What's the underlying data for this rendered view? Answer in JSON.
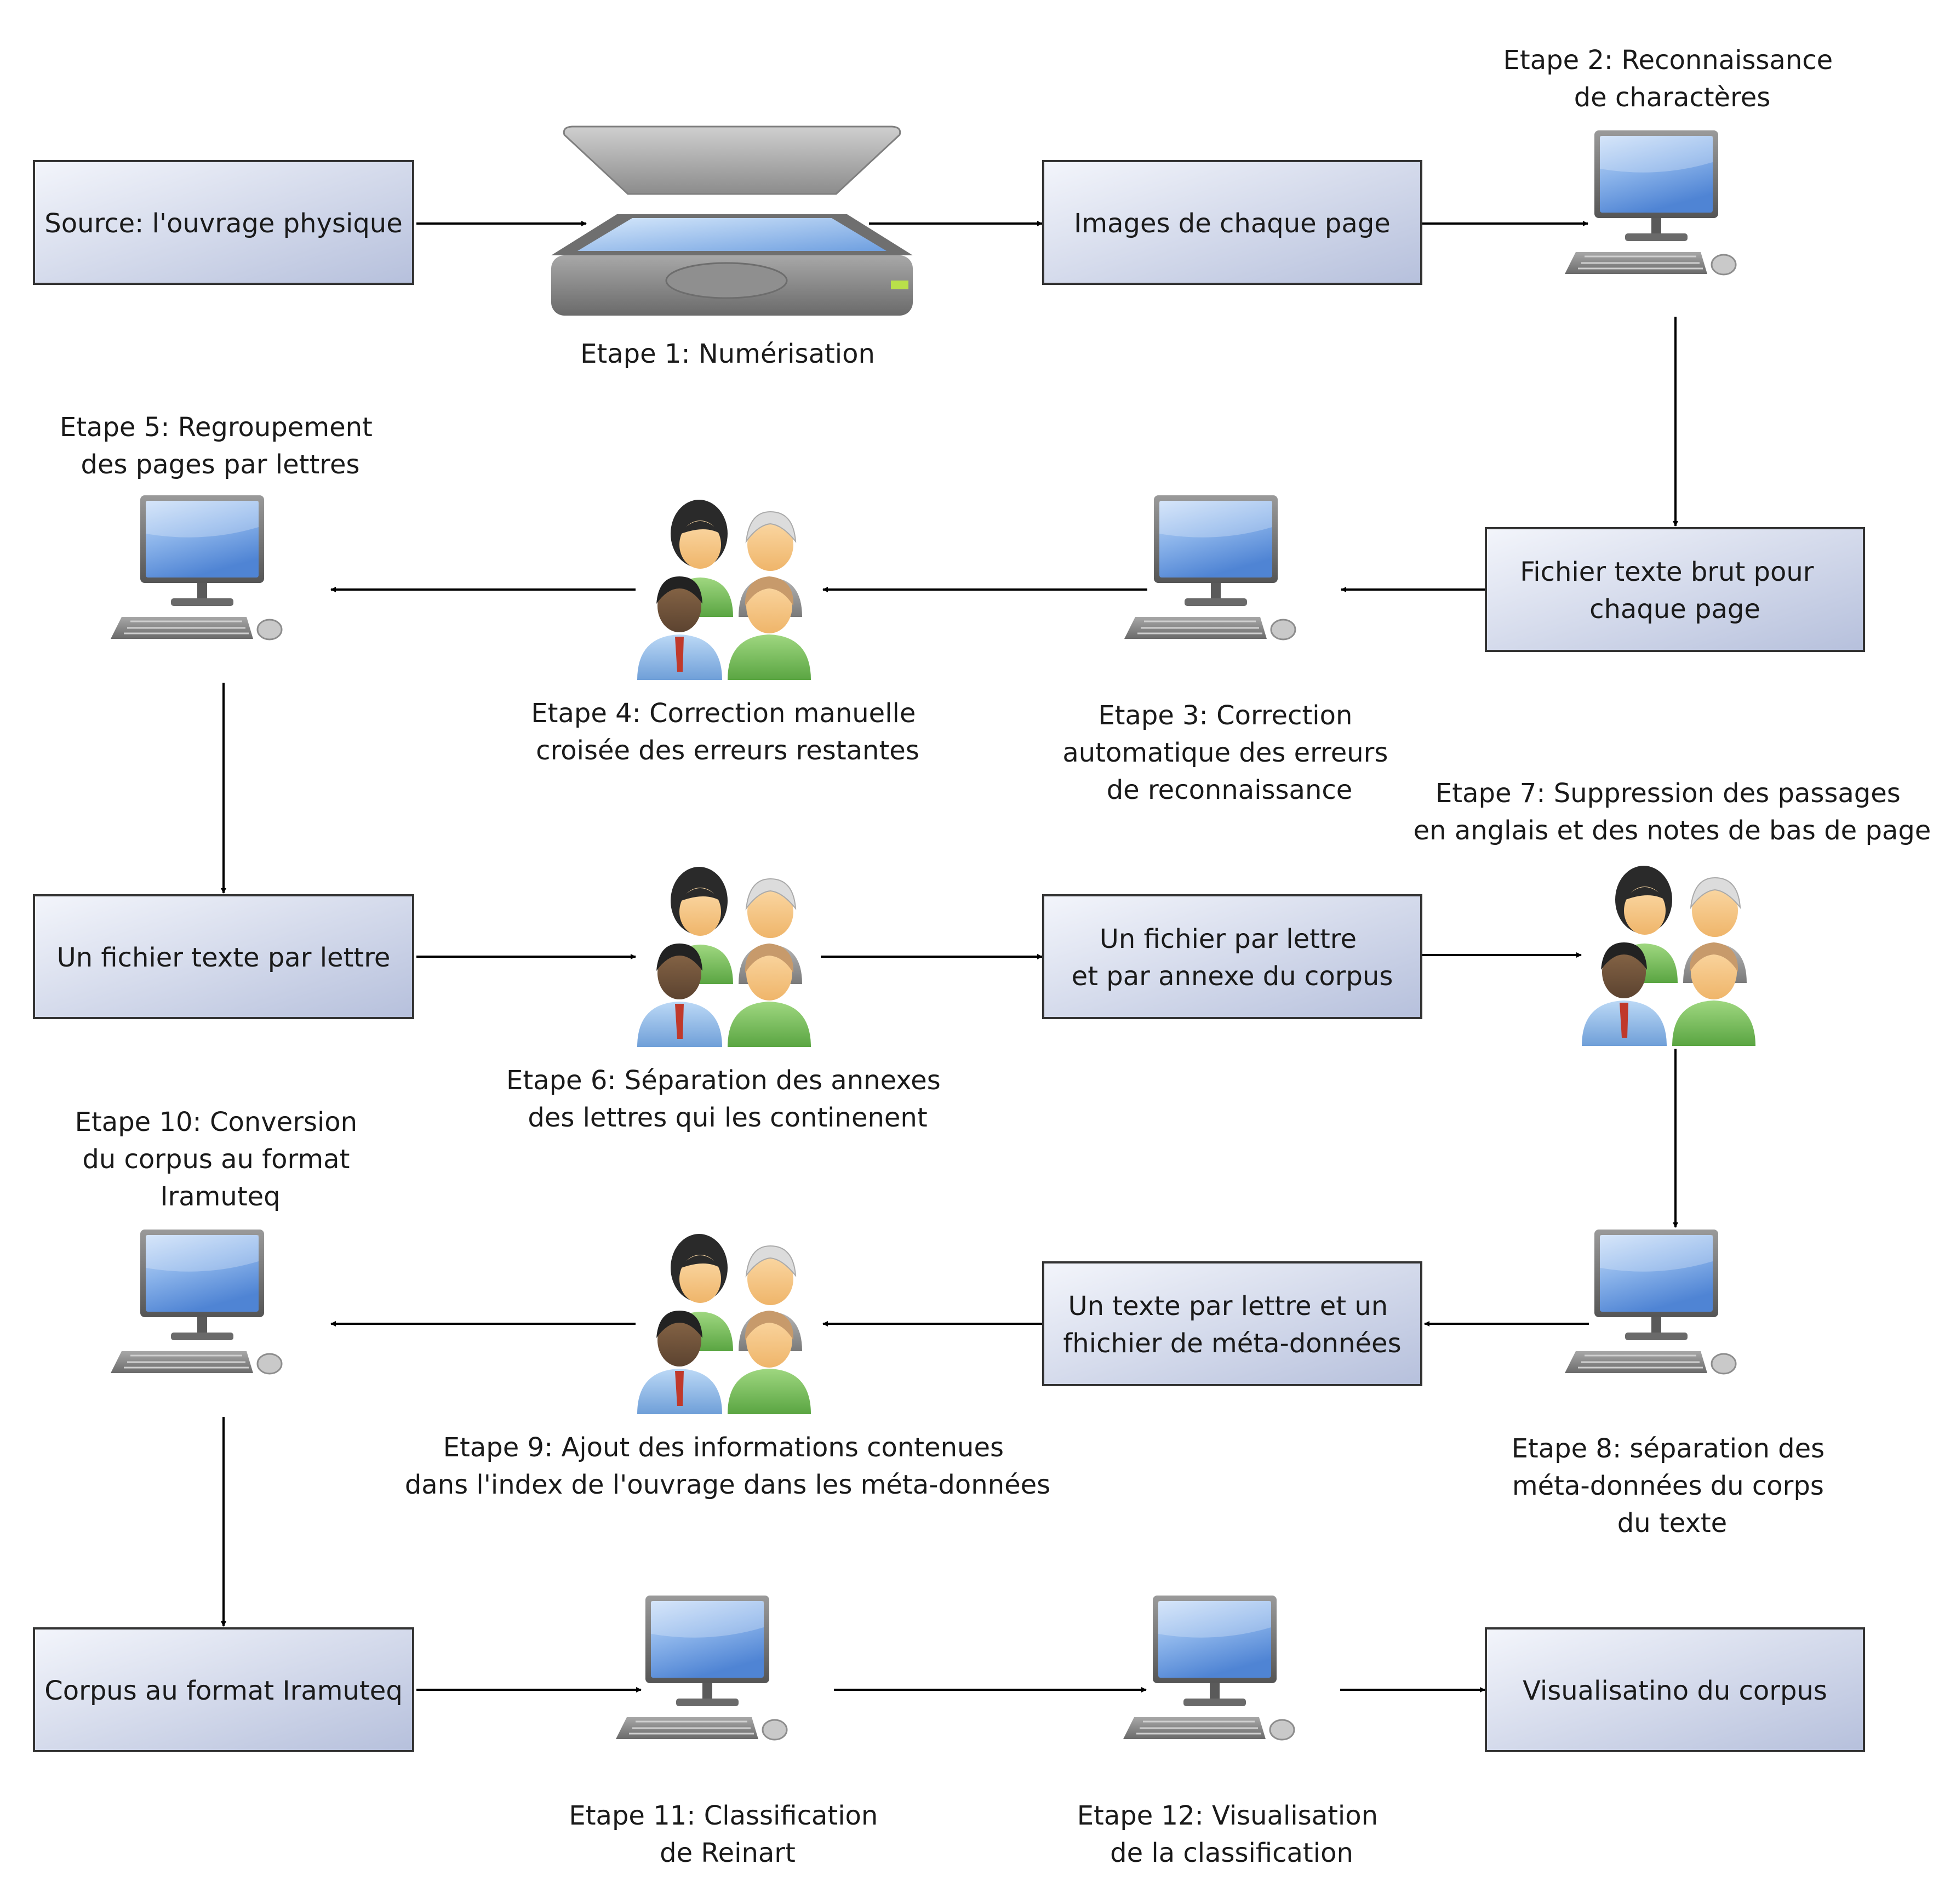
{
  "diagram": {
    "boxes": {
      "source": [
        "Source: l'ouvrage physique"
      ],
      "images": [
        "Images de chaque page"
      ],
      "fichier_brut": [
        "Fichier texte brut pour",
        "chaque page"
      ],
      "fichier_lettre": [
        "Un fichier texte par lettre"
      ],
      "fichier_annexe": [
        "Un fichier par lettre",
        "et par annexe du corpus"
      ],
      "texte_meta": [
        "Un texte par lettre et un",
        "fhichier de méta-données"
      ],
      "corpus_iramuteq": [
        "Corpus au format Iramuteq"
      ],
      "visualisation": [
        "Visualisatino du corpus"
      ]
    },
    "steps": {
      "etape1": [
        "Etape 1: Numérisation"
      ],
      "etape2": [
        "Etape 2: Reconnaissance",
        "de charactères"
      ],
      "etape3": [
        "Etape 3: Correction",
        "automatique des erreurs",
        "de reconnaissance"
      ],
      "etape4": [
        "Etape 4: Correction manuelle",
        "croisée des erreurs restantes"
      ],
      "etape5": [
        "Etape 5: Regroupement",
        "des pages par lettres"
      ],
      "etape6": [
        "Etape 6: Séparation des annexes",
        "des lettres qui les continenent"
      ],
      "etape7": [
        "Etape 7: Suppression des passages",
        "en anglais et des notes de bas de page"
      ],
      "etape8": [
        "Etape 8: séparation des",
        "méta-données du corps",
        "du texte"
      ],
      "etape9": [
        "Etape 9: Ajout des informations contenues",
        "dans l'index de l'ouvrage dans les méta-données"
      ],
      "etape10": [
        "Etape 10: Conversion",
        "du corpus au format",
        "Iramuteq"
      ],
      "etape11": [
        "Etape 11: Classification",
        "de Reinart"
      ],
      "etape12": [
        "Etape 12: Visualisation",
        "de la classification"
      ]
    },
    "icons": {
      "scanner": "scanner-icon",
      "computer": "computer-icon",
      "people": "people-group-icon"
    },
    "colors": {
      "box_fill_light": "#f1f3fa",
      "box_fill_dark": "#b9c3de",
      "box_stroke": "#333333",
      "arrow": "#000000",
      "screen": "#6f9fe0",
      "monitor": "#5f5f5f"
    }
  }
}
